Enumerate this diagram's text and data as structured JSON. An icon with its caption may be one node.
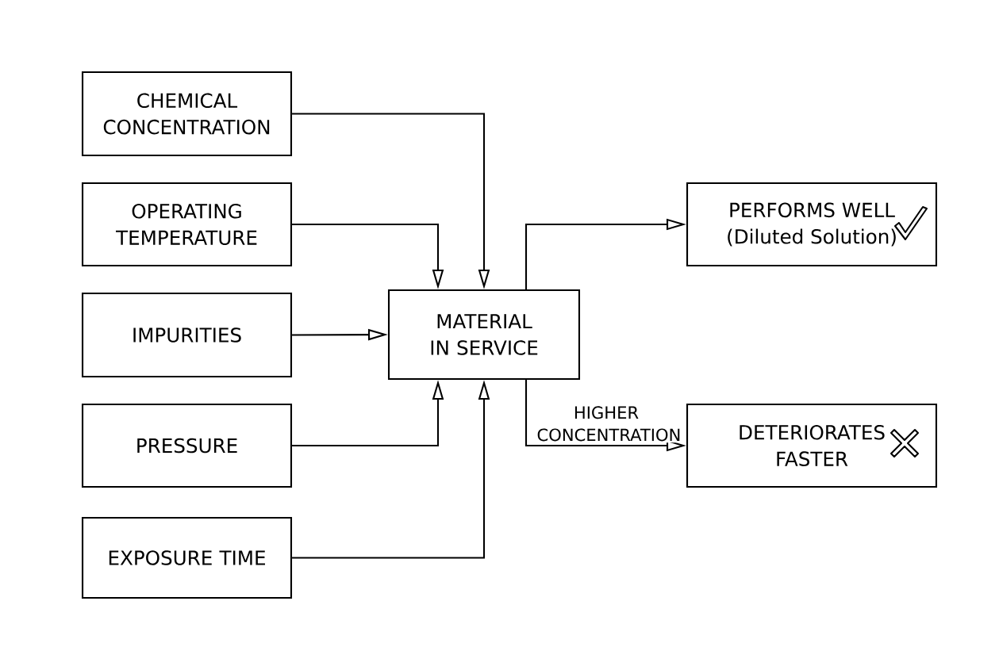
{
  "diagram": {
    "nodes": [
      {
        "text": [
          "CHEMICAL CONCENTRATION"
        ]
      },
      {
        "text": [
          "OPERATING TEMPERATURE"
        ]
      },
      {
        "text": [
          "IMPURITIES"
        ]
      },
      {
        "text": [
          "PRESSURE"
        ]
      },
      {
        "text": [
          "EXPOSURE TIME"
        ]
      },
      {
        "text": [
          "MATERIAL IN SERVICE"
        ]
      },
      {
        "text": [
          "PERFORMS WELL",
          "(Diluted Solution)"
        ]
      },
      {
        "text": [
          "DETERIORATES FASTER"
        ]
      }
    ],
    "edges": [
      {
        "from": 0,
        "to": 5,
        "arrow": "to"
      },
      {
        "from": 1,
        "to": 5,
        "arrow": "to"
      },
      {
        "from": 2,
        "to": 5,
        "arrow": "to"
      },
      {
        "from": 3,
        "to": 5,
        "arrow": "to"
      },
      {
        "from": 4,
        "to": 5,
        "arrow": "to"
      },
      {
        "from": 5,
        "to": 6,
        "arrow": "to"
      },
      {
        "from": 5,
        "to": 7,
        "arrow": "to",
        "label": "HIGHER CONCENTRATION"
      }
    ]
  }
}
